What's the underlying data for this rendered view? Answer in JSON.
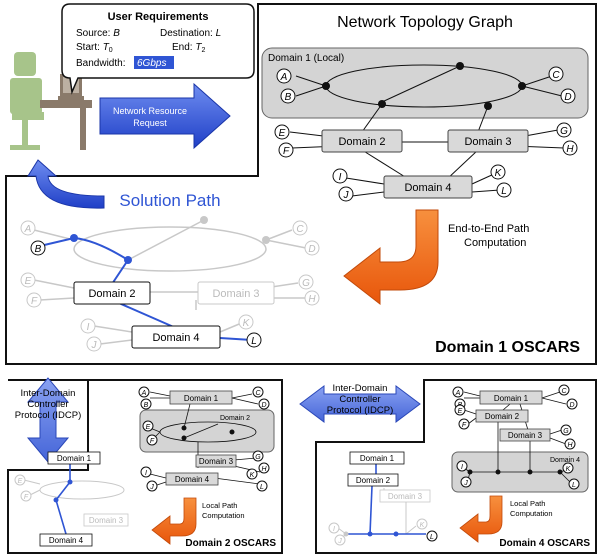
{
  "user_req": {
    "title": "User Requirements",
    "source_label": "Source:",
    "source_val": "B",
    "dest_label": "Destination:",
    "dest_val": "L",
    "start_label": "Start:",
    "start_val": "T",
    "start_sub": "0",
    "end_label": "End:",
    "end_val": "T",
    "end_sub": "2",
    "bw_label": "Bandwidth:",
    "bw_val": "6Gbps"
  },
  "request_arrow": {
    "line1": "Network Resource",
    "line2": "Request"
  },
  "topology": {
    "title": "Network Topology Graph",
    "domain1": "Domain 1 (Local)",
    "domain2": "Domain 2",
    "domain3": "Domain 3",
    "domain4": "Domain 4",
    "nodes": {
      "a": "A",
      "b": "B",
      "c": "C",
      "d": "D",
      "e": "E",
      "f": "F",
      "g": "G",
      "h": "H",
      "i": "I",
      "j": "J",
      "k": "K",
      "l": "L"
    }
  },
  "computation": {
    "line1": "End-to-End Path",
    "line2": "Computation"
  },
  "solution": {
    "title": "Solution Path"
  },
  "oscars1": "Domain 1 OSCARS",
  "idcp": {
    "line1": "Inter-Domain",
    "line2": "Controller",
    "line3": "Protocol (IDCP)"
  },
  "panel2": {
    "local_line1": "Local Path",
    "local_line2": "Computation",
    "oscars": "Domain 2 OSCARS",
    "domain1": "Domain 1",
    "domain2": "Domain 2",
    "domain3": "Domain 3",
    "domain4": "Domain 4"
  },
  "panel4": {
    "local_line1": "Local Path",
    "local_line2": "Computation",
    "oscars": "Domain 4 OSCARS",
    "domain1": "Domain 1",
    "domain2": "Domain 2",
    "domain3": "Domain 3",
    "domain4": "Domain 4"
  },
  "colors": {
    "blue": "#2f55d4",
    "orange": "#f26a1b",
    "gray": "#cfcfcf",
    "light": "#c8c8c8"
  }
}
